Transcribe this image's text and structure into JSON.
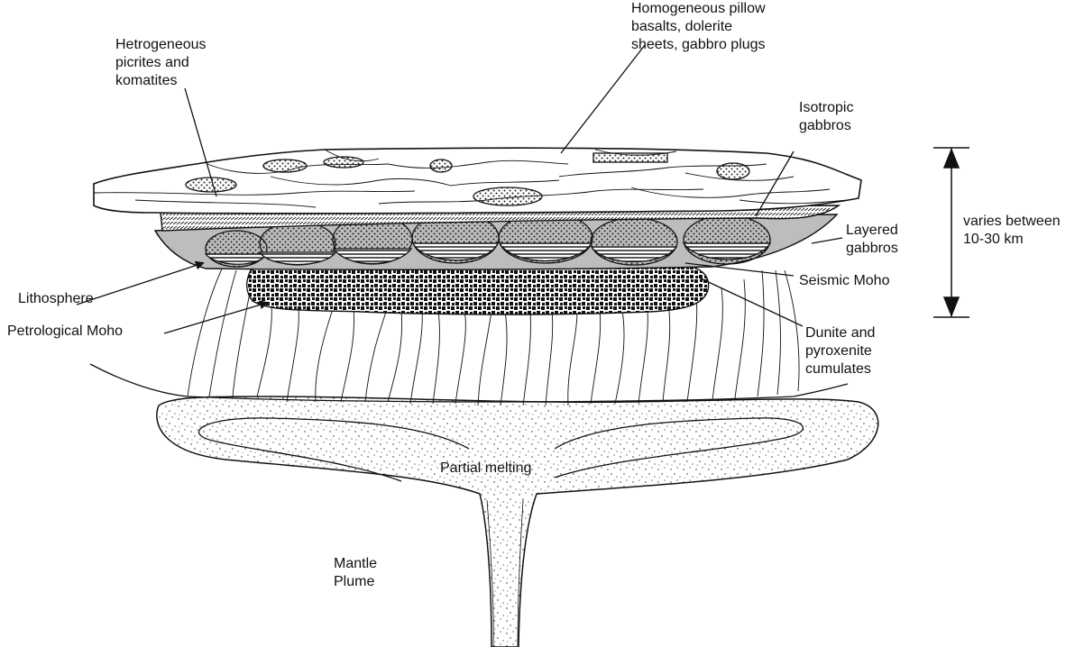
{
  "labels": {
    "heterogeneous": "Hetrogeneous\npicrites and\nkomatites",
    "homogeneous": "Homogeneous pillow\nbasalts, dolerite\nsheets, gabbro plugs",
    "isotropic": "Isotropic\ngabbros",
    "scale": "varies between\n10-30 km",
    "layered": "Layered\ngabbros",
    "seismic_moho": "Seismic Moho",
    "lithosphere": "Lithosphere",
    "petrological_moho": "Petrological Moho",
    "dunite": "Dunite and\npyroxenite\ncumulates",
    "partial_melting": "Partial melting",
    "mantle_plume": "Mantle\nPlume"
  }
}
